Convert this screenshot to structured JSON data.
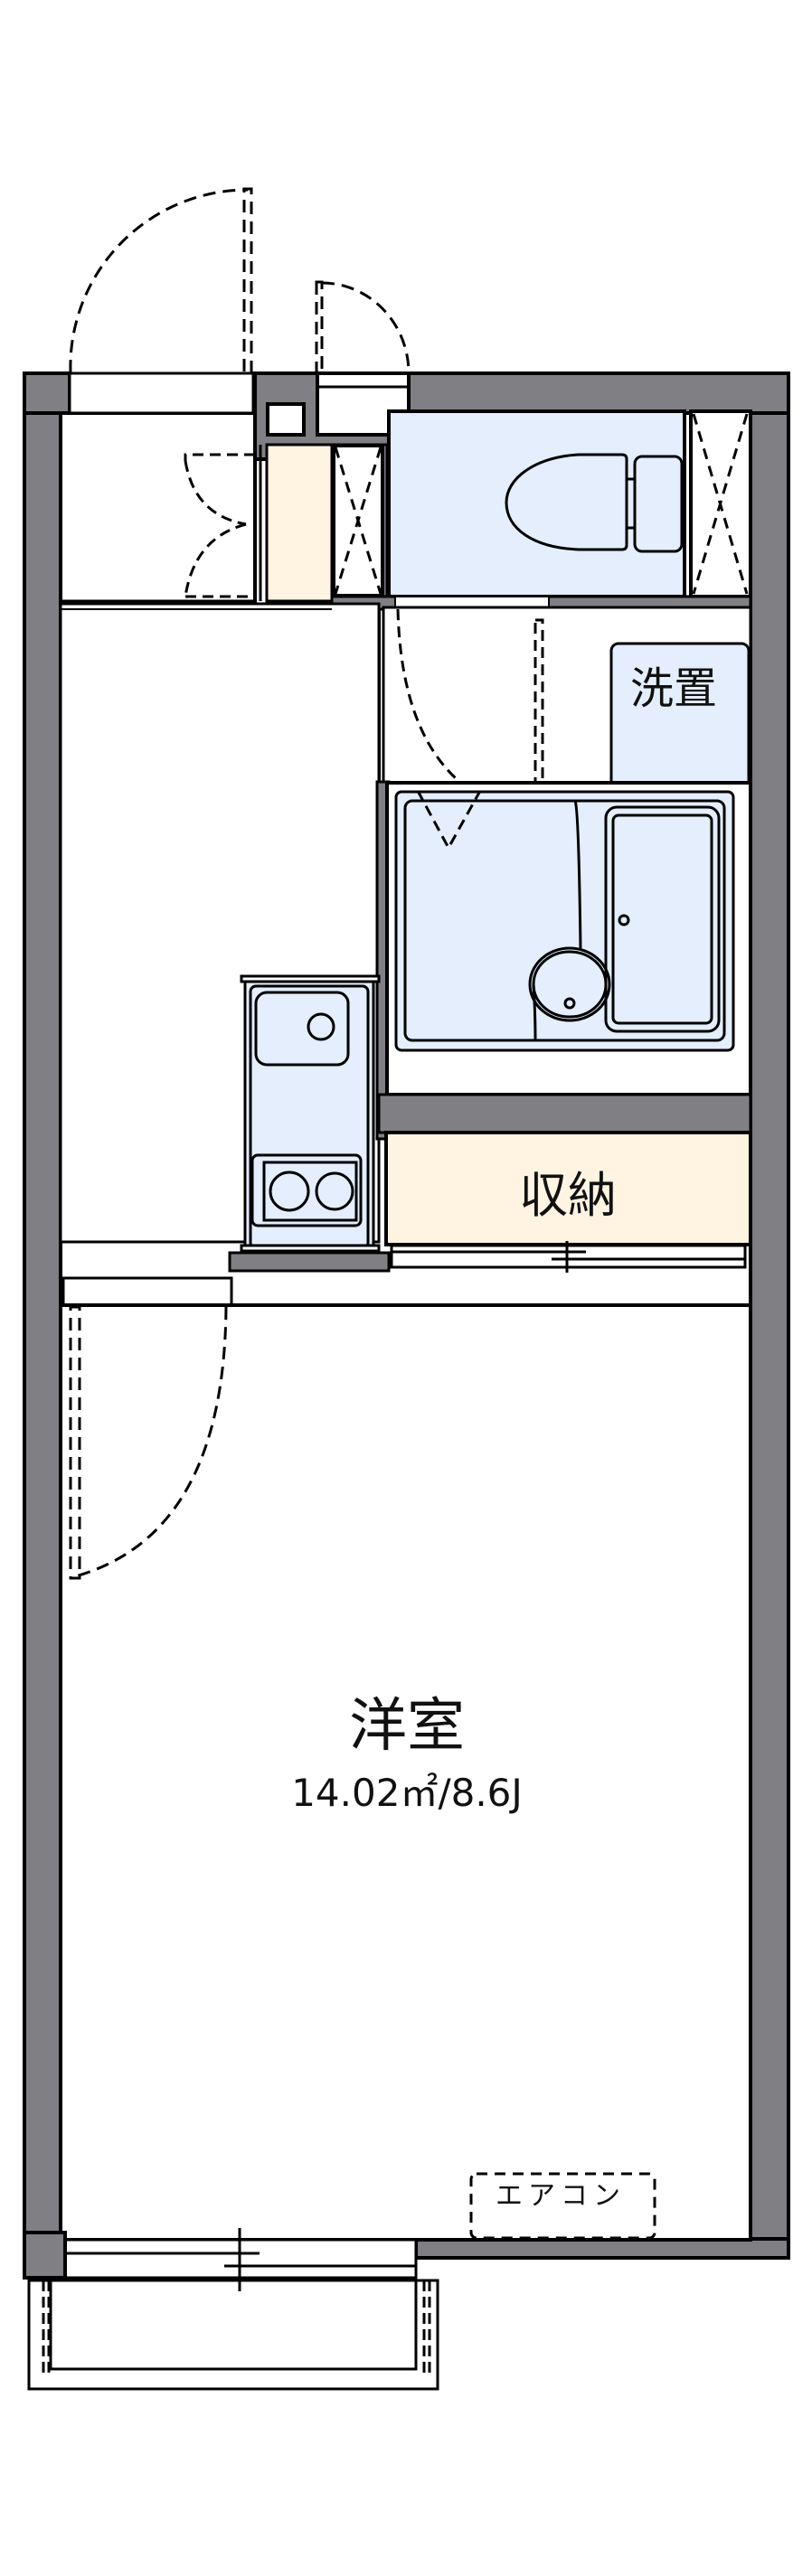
{
  "floorplan": {
    "colors": {
      "wall": "#807f84",
      "wet_area": "#e4eefc",
      "storage": "#fff4e2",
      "line": "#000000",
      "background": "#ffffff"
    },
    "rooms": {
      "washer_space": {
        "label": "洗置"
      },
      "storage": {
        "label": "収納"
      },
      "western_room": {
        "label": "洋室",
        "area": "14.02㎡/8.6J"
      }
    },
    "equipment": {
      "air_conditioner": {
        "label": "エアコン"
      }
    }
  }
}
